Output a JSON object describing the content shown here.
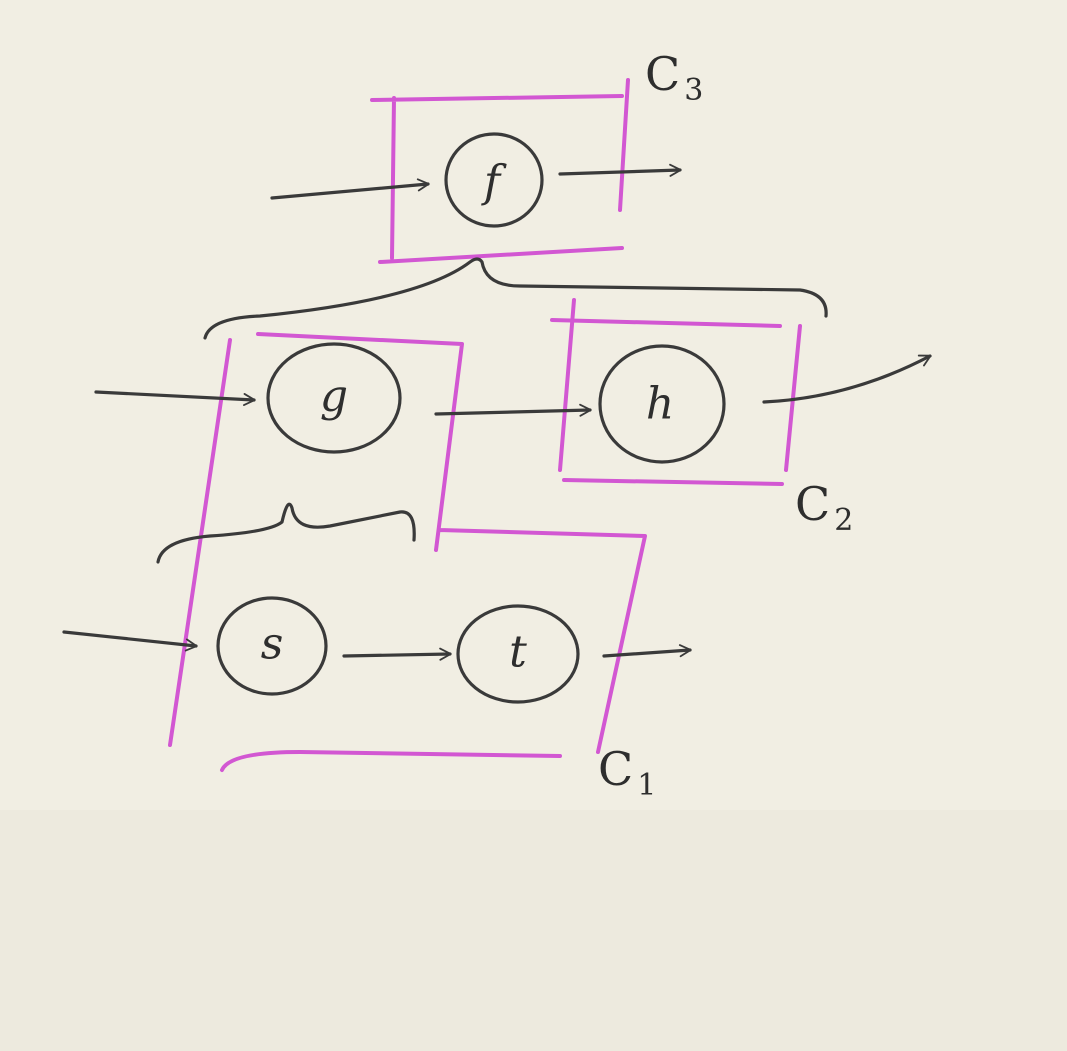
{
  "diagram": {
    "nodes": {
      "f": "f",
      "g": "g",
      "h": "h",
      "s": "s",
      "t": "t"
    },
    "clusters": {
      "c1": {
        "letter": "C",
        "index": "1"
      },
      "c2": {
        "letter": "C",
        "index": "2"
      },
      "c3": {
        "letter": "C",
        "index": "3"
      }
    },
    "colors": {
      "pencil": "#3a3a3a",
      "cluster_outline": "#d257d2",
      "paper": "#f1eee3"
    }
  }
}
